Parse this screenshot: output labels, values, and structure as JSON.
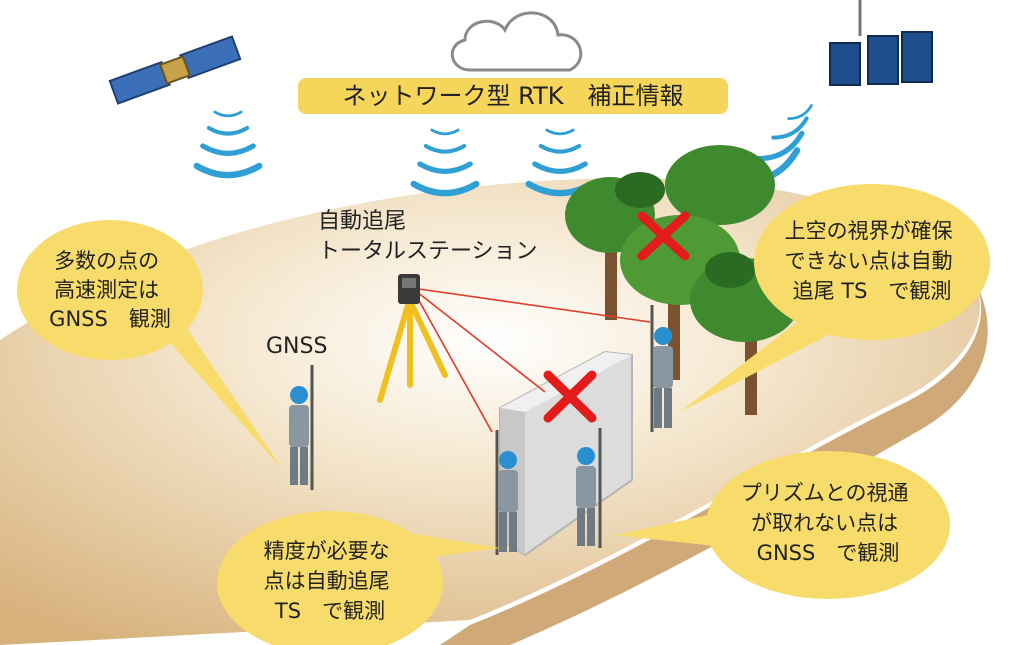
{
  "header_banner": "ネットワーク型 RTK　補正情報",
  "total_station_label": [
    "自動追尾",
    "トータルステーション"
  ],
  "gnss_label": "GNSS",
  "callouts": {
    "left_top": [
      "多数の点の",
      "高速測定は",
      "GNSS　観測"
    ],
    "right_top": [
      "上空の視界が確保",
      "できない点は自動",
      "追尾 TS　で観測"
    ],
    "bottom_left": [
      "精度が必要な",
      "点は自動追尾",
      "TS　で観測"
    ],
    "bottom_right": [
      "プリズムとの視通",
      "が取れない点は",
      "GNSS　で観測"
    ]
  },
  "icons": [
    "cloud-icon",
    "satellite-icon",
    "signal-wave-icon",
    "blocked-x-icon",
    "tree-icon",
    "wall-icon",
    "surveyor-icon",
    "tripod-icon"
  ],
  "colors": {
    "banner": "#f6d65a",
    "callout": "#f7dc6b",
    "ground": "#e6c99b",
    "ground_rim": "#c89a62",
    "signal": "#2f9fd4",
    "cross": "#e41b1b",
    "sight_line": "#e23b2a",
    "tree_leaf": "#3f8a2f",
    "wall": "#dcdcdc"
  }
}
